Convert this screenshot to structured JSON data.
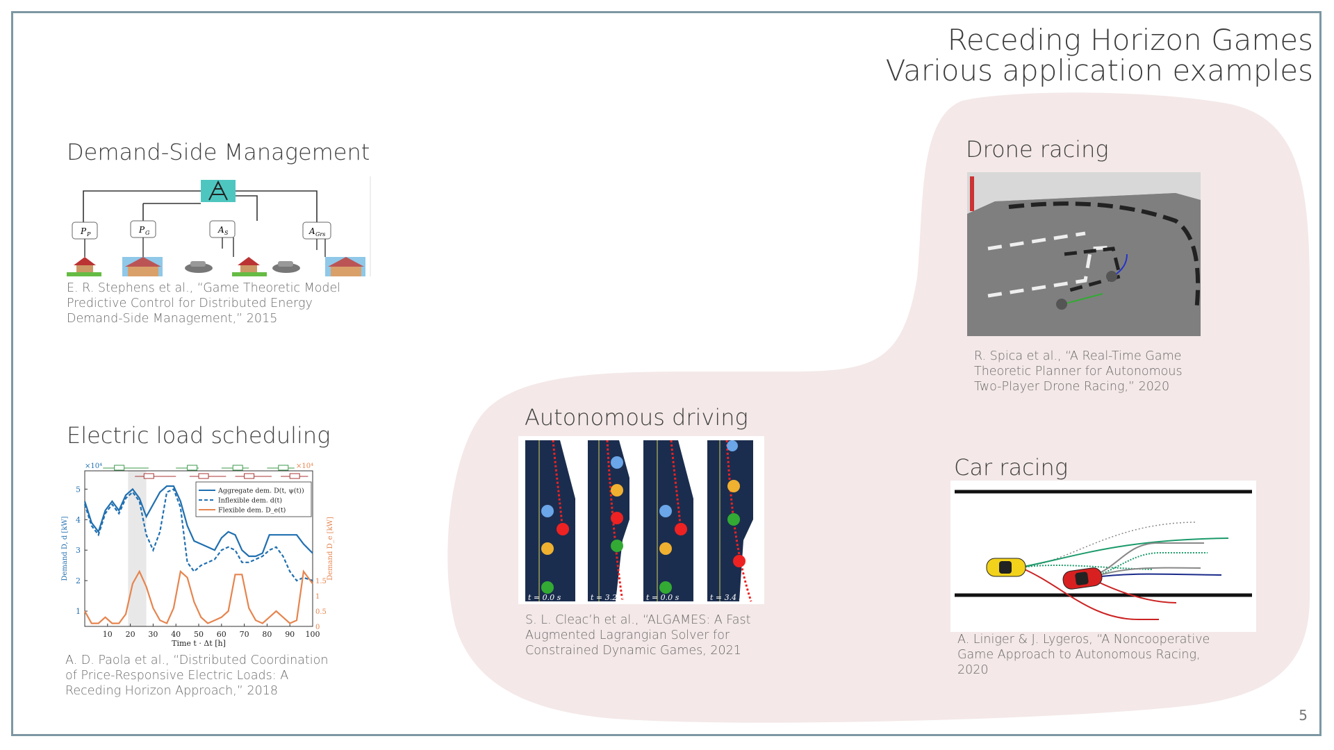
{
  "slide": {
    "title_line1": "Receding Horizon Games",
    "title_line2": "Various application examples",
    "page_number": "5"
  },
  "sections": {
    "demand": {
      "heading": "Demand-Side Management",
      "citation": [
        "E. R. Stephens et al., “Game Theoretic Model",
        "Predictive Control for Distributed Energy",
        "Demand-Side Management,” 2015"
      ],
      "nodes": [
        "P",
        "P",
        "A",
        "A"
      ],
      "node_subs": [
        "P",
        "G",
        "S",
        "Grs"
      ]
    },
    "electric": {
      "heading": "Electric load scheduling",
      "citation": [
        "A. D. Paola et al., “Distributed Coordination",
        "of Price-Responsive Electric Loads: A",
        "Receding Horizon Approach,” 2018"
      ]
    },
    "drone": {
      "heading": "Drone racing",
      "citation": [
        "R. Spica et al.,  “A Real-Time Game",
        "Theoretic Planner for Autonomous",
        "Two-Player Drone Racing,” 2020"
      ]
    },
    "driving": {
      "heading": "Autonomous driving",
      "citation": [
        "S. L. Cleac’h et al.,  “ALGAMES: A Fast",
        "Augmented Lagrangian Solver for",
        "Constrained Dynamic Games, 2021"
      ],
      "panel_labels": [
        "t = 0.0 s",
        "t = 3.2 s",
        "t = 0.0 s",
        "t = 3.4 s"
      ]
    },
    "car": {
      "heading": "Car racing",
      "citation": [
        "A. Liniger & J. Lygeros, “A Noncooperative",
        "Game Approach to Autonomous Racing,",
        "2020"
      ]
    }
  },
  "chart_data": {
    "type": "line",
    "xlabel": "Time t · Δt [h]",
    "ylabel": "Demand D, d [kW]",
    "ylabel_right": "Demand D_e [kW]",
    "y_multiplier": "×10⁴",
    "y_multiplier_right": "×10⁴",
    "x_ticks": [
      10,
      20,
      30,
      40,
      50,
      60,
      70,
      80,
      90,
      100
    ],
    "y_ticks": [
      1,
      2,
      3,
      4,
      5
    ],
    "y_ticks_right": [
      0,
      0.5,
      1,
      1.5
    ],
    "xlim": [
      0,
      100
    ],
    "ylim": [
      0.5,
      5.6
    ],
    "ylim_right": [
      0,
      5.1
    ],
    "legend_placement": "top-right",
    "series": [
      {
        "name": "Aggregate dem. D(t, ψ(t))",
        "color": "#1f6fb0",
        "x": [
          0,
          3,
          6,
          9,
          12,
          15,
          18,
          21,
          24,
          27,
          30,
          33,
          36,
          39,
          42,
          45,
          48,
          51,
          54,
          57,
          60,
          63,
          66,
          69,
          72,
          75,
          78,
          81,
          84,
          87,
          90,
          93,
          96,
          100
        ],
        "values": [
          4.6,
          3.9,
          3.6,
          4.3,
          4.6,
          4.3,
          4.8,
          5.0,
          4.7,
          4.1,
          4.5,
          4.9,
          5.1,
          5.1,
          4.6,
          3.8,
          3.3,
          3.2,
          3.1,
          3.0,
          3.4,
          3.6,
          3.5,
          3.0,
          2.8,
          2.8,
          2.9,
          3.5,
          3.5,
          3.5,
          3.5,
          3.5,
          3.2,
          2.9
        ]
      },
      {
        "name": "Inflexible dem. d(t)",
        "color": "#1f6fb0",
        "x": [
          0,
          3,
          6,
          9,
          12,
          15,
          18,
          21,
          24,
          27,
          30,
          33,
          36,
          39,
          42,
          45,
          48,
          51,
          54,
          57,
          60,
          63,
          66,
          69,
          72,
          75,
          78,
          81,
          84,
          87,
          90,
          93,
          96,
          100
        ],
        "values": [
          4.5,
          3.8,
          3.5,
          4.2,
          4.5,
          4.2,
          4.7,
          4.9,
          4.6,
          3.5,
          3.0,
          3.6,
          4.9,
          5.0,
          4.4,
          2.6,
          2.3,
          2.5,
          2.6,
          2.7,
          3.0,
          3.1,
          3.0,
          2.6,
          2.6,
          2.7,
          2.8,
          3.0,
          3.1,
          2.8,
          2.3,
          2.0,
          2.1,
          2.0
        ]
      },
      {
        "name": "Flexible dem. D_e(t)",
        "color": "#e6844e",
        "x": [
          0,
          3,
          6,
          9,
          12,
          15,
          18,
          21,
          24,
          27,
          30,
          33,
          36,
          39,
          42,
          45,
          48,
          51,
          54,
          57,
          60,
          63,
          66,
          69,
          72,
          75,
          78,
          81,
          84,
          87,
          90,
          93,
          96,
          100
        ],
        "values": [
          0.5,
          0.1,
          0.1,
          0.3,
          0.1,
          0.1,
          0.4,
          1.4,
          1.8,
          1.3,
          0.6,
          0.2,
          0.1,
          0.6,
          1.8,
          1.6,
          0.8,
          0.3,
          0.1,
          0.2,
          0.3,
          0.5,
          1.7,
          1.7,
          0.6,
          0.2,
          0.1,
          0.3,
          0.5,
          0.3,
          0.1,
          0.2,
          1.8,
          1.4
        ]
      }
    ]
  }
}
